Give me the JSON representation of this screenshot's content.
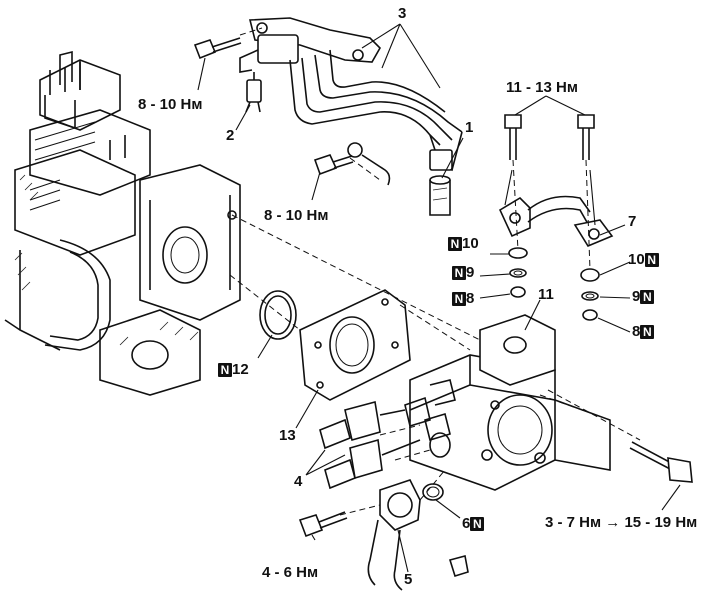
{
  "callouts": {
    "c1": "1",
    "c2": "2",
    "c3": "3",
    "c4": "4",
    "c5": "5",
    "c6": "6",
    "c7": "7",
    "c8a": "8",
    "c8b": "8",
    "c9a": "9",
    "c9b": "9",
    "c10a": "10",
    "c10b": "10",
    "c11": "11",
    "c12": "12",
    "c13": "13"
  },
  "new_marker": "N",
  "torques": {
    "t_top_left": "8 - 10 Нм",
    "t_mid": "8 - 10 Нм",
    "t_banjo": "11 - 13 Нм",
    "t_bottom_left": "4 - 6 Нм",
    "t_long_bolt": "3 - 7 Нм → 15 - 19 Нм"
  }
}
